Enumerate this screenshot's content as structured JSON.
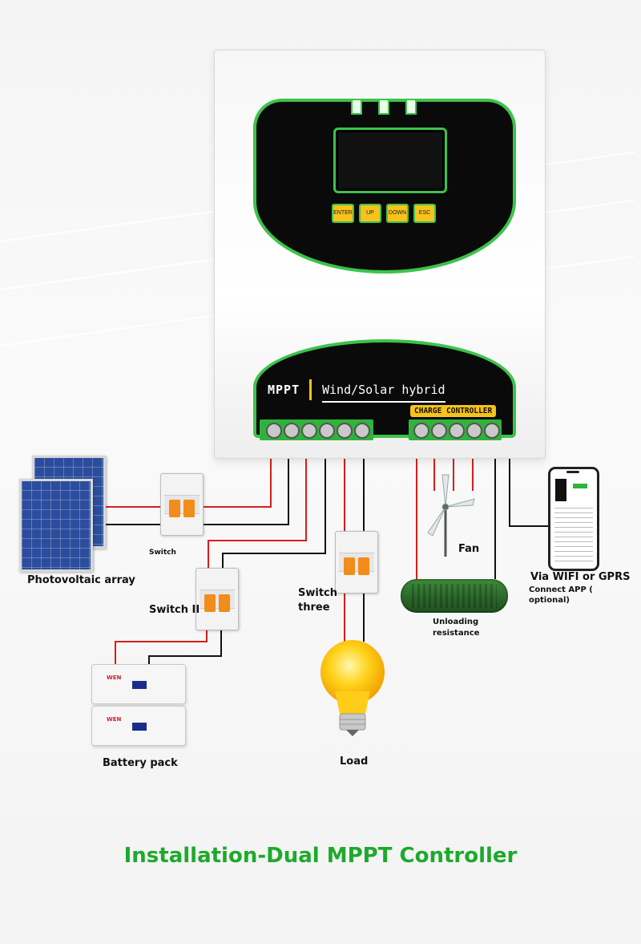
{
  "controller": {
    "buttons": [
      "ENTER",
      "UP",
      "DOWN",
      "ESC"
    ],
    "mppt": "MPPT",
    "model": "Wind/Solar hybrid",
    "badge": "CHARGE CONTROLLER"
  },
  "labels": {
    "pv": "Photovoltaic array",
    "switch1": "Switch",
    "switch2": "Switch II",
    "switch3_line1": "Switch",
    "switch3_line2": "three",
    "battery": "Battery pack",
    "load": "Load",
    "fan": "Fan",
    "resist_line1": "Unloading",
    "resist_line2": "resistance",
    "wifi": "Via WIFI or GPRS",
    "app_line1": "Connect APP (",
    "app_line2": "optional)"
  },
  "battery_brand": "WEN",
  "caption": "Installation-Dual MPPT Controller",
  "colors": {
    "accent_green": "#3cc34a",
    "caption_green": "#1ea92c",
    "wire_red": "#d91c1c",
    "button_yellow": "#f7c21c"
  }
}
